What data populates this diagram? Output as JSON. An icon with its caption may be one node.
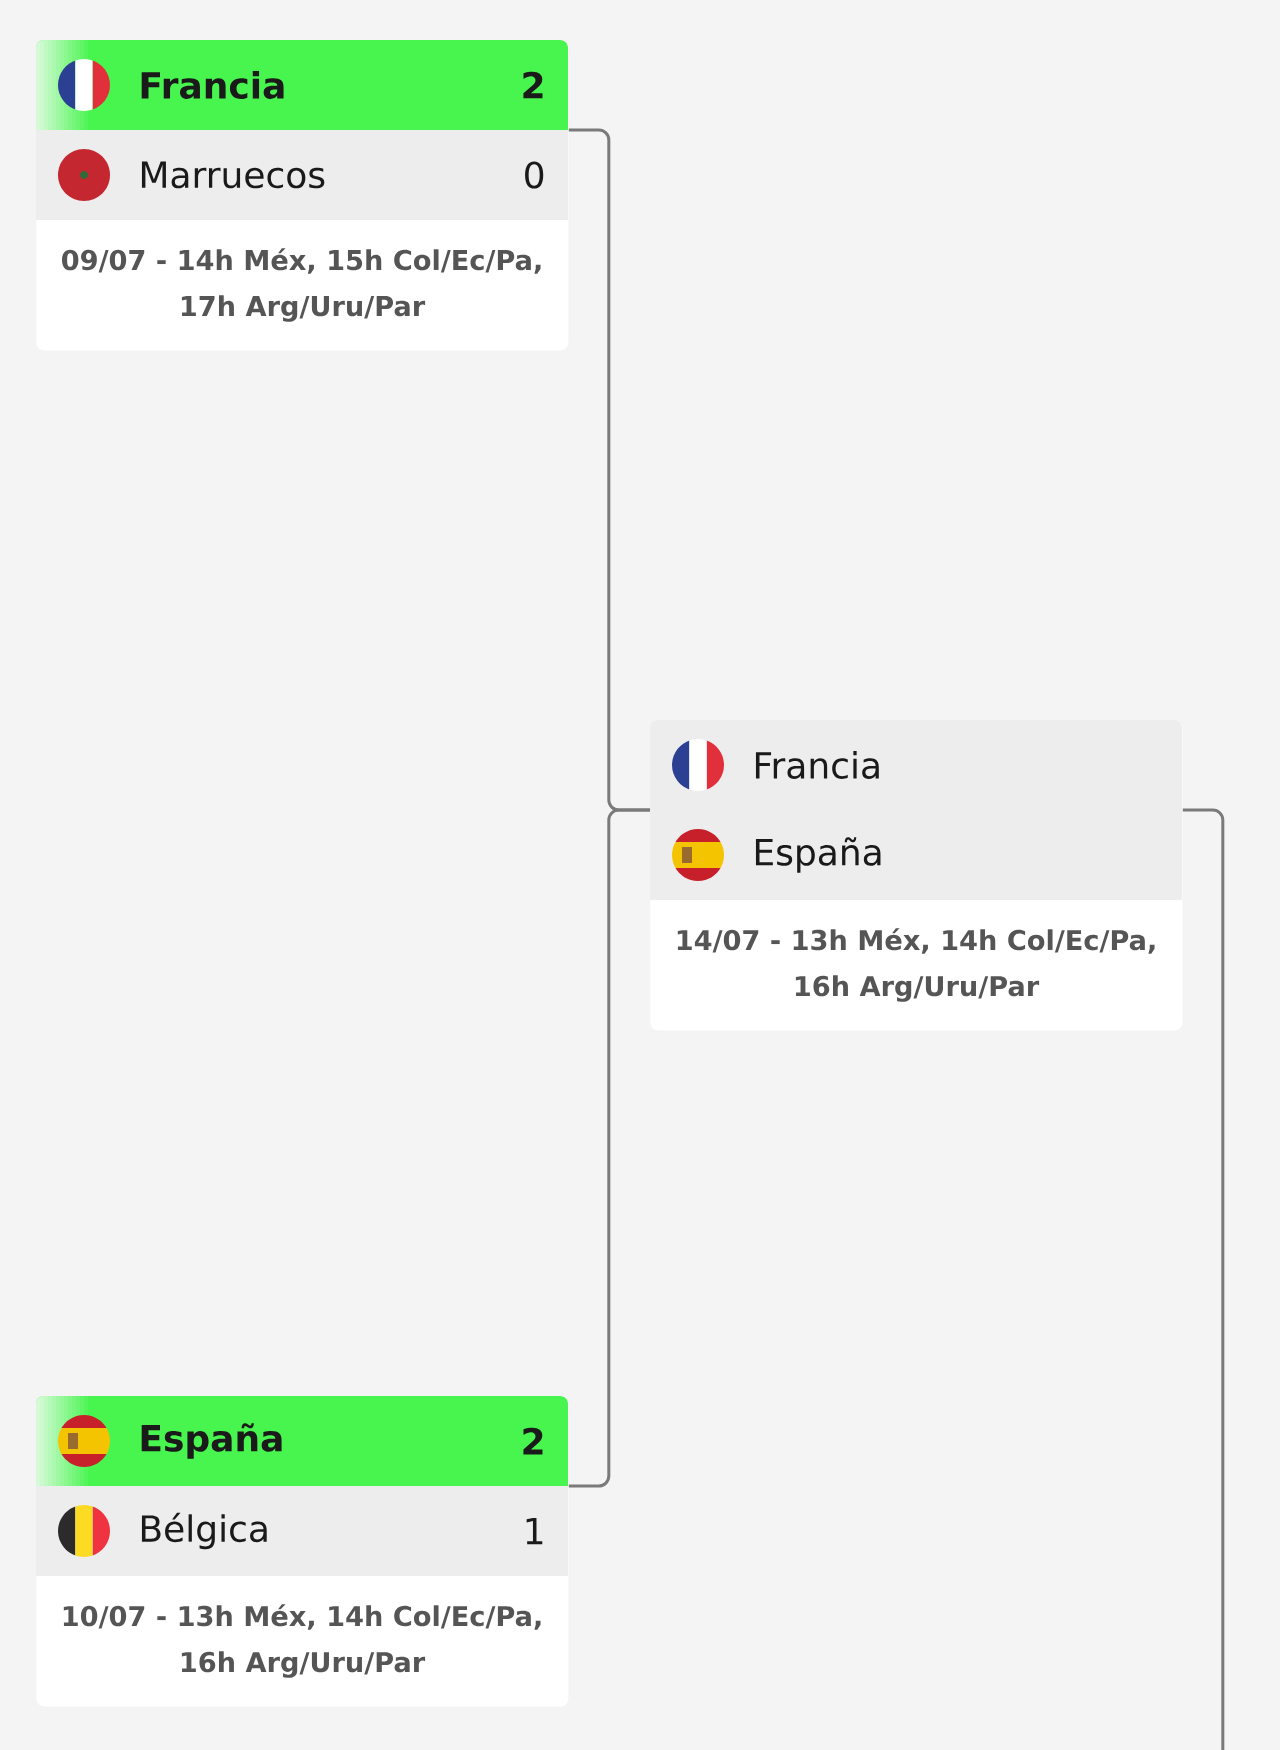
{
  "diagram": {
    "nodes": [
      {
        "text": [
          "09/07 - 14h Méx, 15h Col/Ec/Pa, 17h Arg/Uru/Par"
        ]
      },
      {
        "text": [
          "Francia",
          "2"
        ],
        "in": 0
      },
      {
        "text": [
          "Marruecos",
          "0"
        ],
        "in": 0
      },
      {
        "text": [
          "14/07 - 13h Méx, 14h Col/Ec/Pa, 16h Arg/Uru/Par"
        ]
      },
      {
        "text": [
          "Francia"
        ],
        "in": 3
      },
      {
        "text": [
          "España"
        ],
        "in": 3
      },
      {
        "text": [
          "10/07 - 13h Méx, 14h Col/Ec/Pa, 16h Arg/Uru/Par"
        ]
      },
      {
        "text": [
          "España",
          "2"
        ],
        "in": 6
      },
      {
        "text": [
          "Bélgica",
          "1"
        ],
        "in": 6
      }
    ],
    "edges": [
      {
        "from": 0,
        "to": 3,
        "arrow": "none"
      },
      {
        "from": 6,
        "to": 3,
        "arrow": "none"
      },
      {
        "from": 3,
        "to": null,
        "arrow": "none"
      }
    ]
  }
}
